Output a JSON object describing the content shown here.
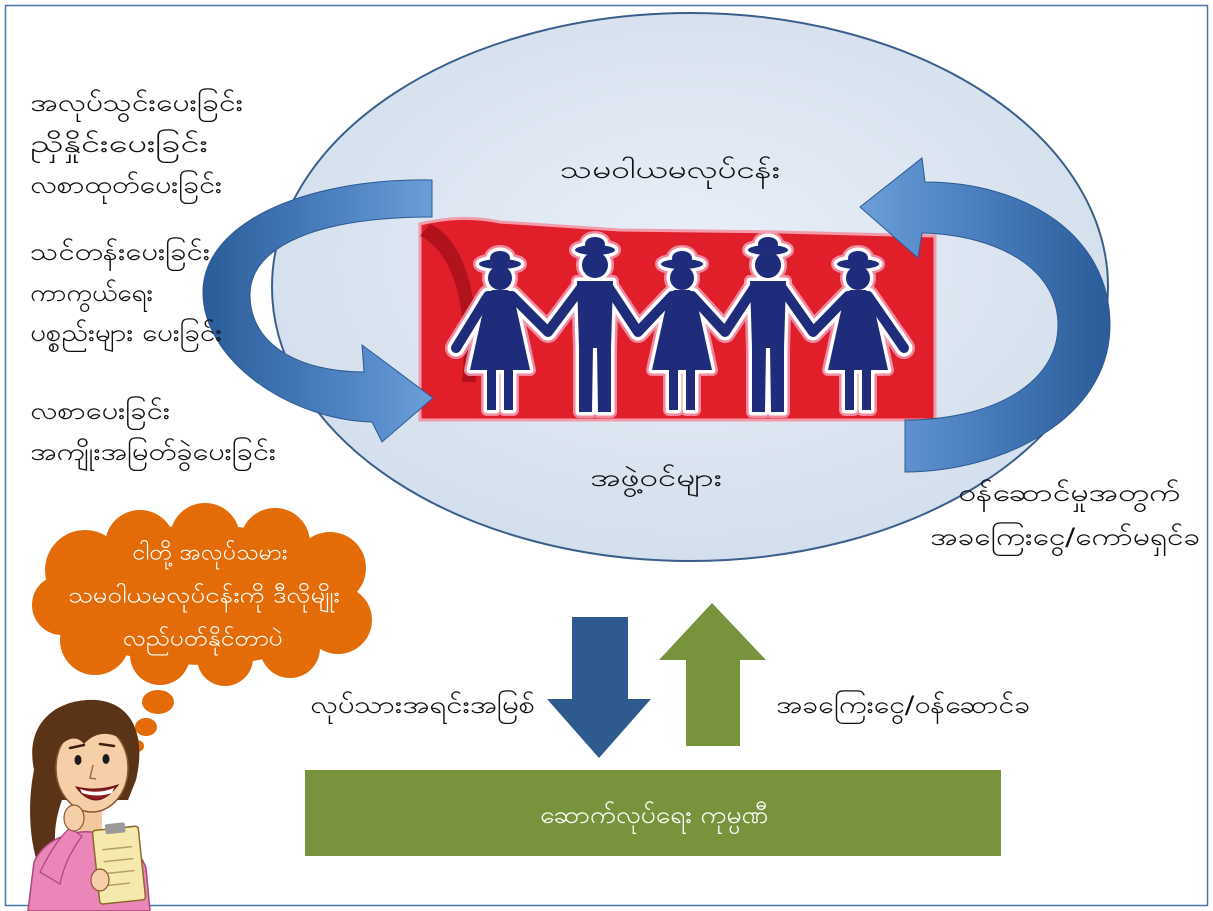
{
  "diagram": {
    "cooperative_label": "သမဝါယမလုပ်ငန်း",
    "members_label": "အဖွဲ့ဝင်များ",
    "services_to_members": [
      {
        "lines": [
          "အလုပ်သွင်းပေးခြင်း",
          "ညှိနှိုင်းပေးခြင်း",
          "လစာထုတ်ပေးခြင်း"
        ]
      },
      {
        "lines": [
          "သင်တန်းပေးခြင်း",
          "ကာကွယ်ရေး",
          "ပစ္စည်းများ ပေးခြင်း"
        ]
      },
      {
        "lines": [
          "လစာပေးခြင်း",
          "အကျိုးအမြတ်ခွဲပေးခြင်း"
        ]
      }
    ],
    "members_to_cooperative": [
      "ဝန်ဆောင်မှုအတွက်",
      "အခကြေးငွေ/ကော်မရှင်ခ"
    ],
    "thought_bubble": [
      "ငါတို့ အလုပ်သမား",
      "သမဝါယမလုပ်ငန်းကို ဒီလိုမျိုး",
      "လည်ပတ်နိုင်တာပဲ"
    ],
    "labour_flow_label": "လုပ်သားအရင်းအမြစ်",
    "payment_flow_label": "အခကြေးငွေ/ဝန်ဆောင်ခ",
    "company_label": "ဆောက်လုပ်ရေး ကုမ္ပဏီ"
  },
  "icons": {
    "members_illustration": "people-holding-hands-icon",
    "narrator": "woman-with-clipboard-icon",
    "cycle_left": "curved-arrow-right-icon",
    "cycle_right": "curved-arrow-left-icon",
    "labour_flow": "arrow-down-icon",
    "payment_flow": "arrow-up-icon"
  },
  "colors": {
    "border": "#4a76a8",
    "ellipse_stroke": "#3b5f8b",
    "banner_red": "#e01f2b",
    "figures": "#1f2b7b",
    "cloud": "#e36c09",
    "down_arrow": "#2e5a8d",
    "up_arrow": "#77933c",
    "company_box": "#77933c"
  }
}
